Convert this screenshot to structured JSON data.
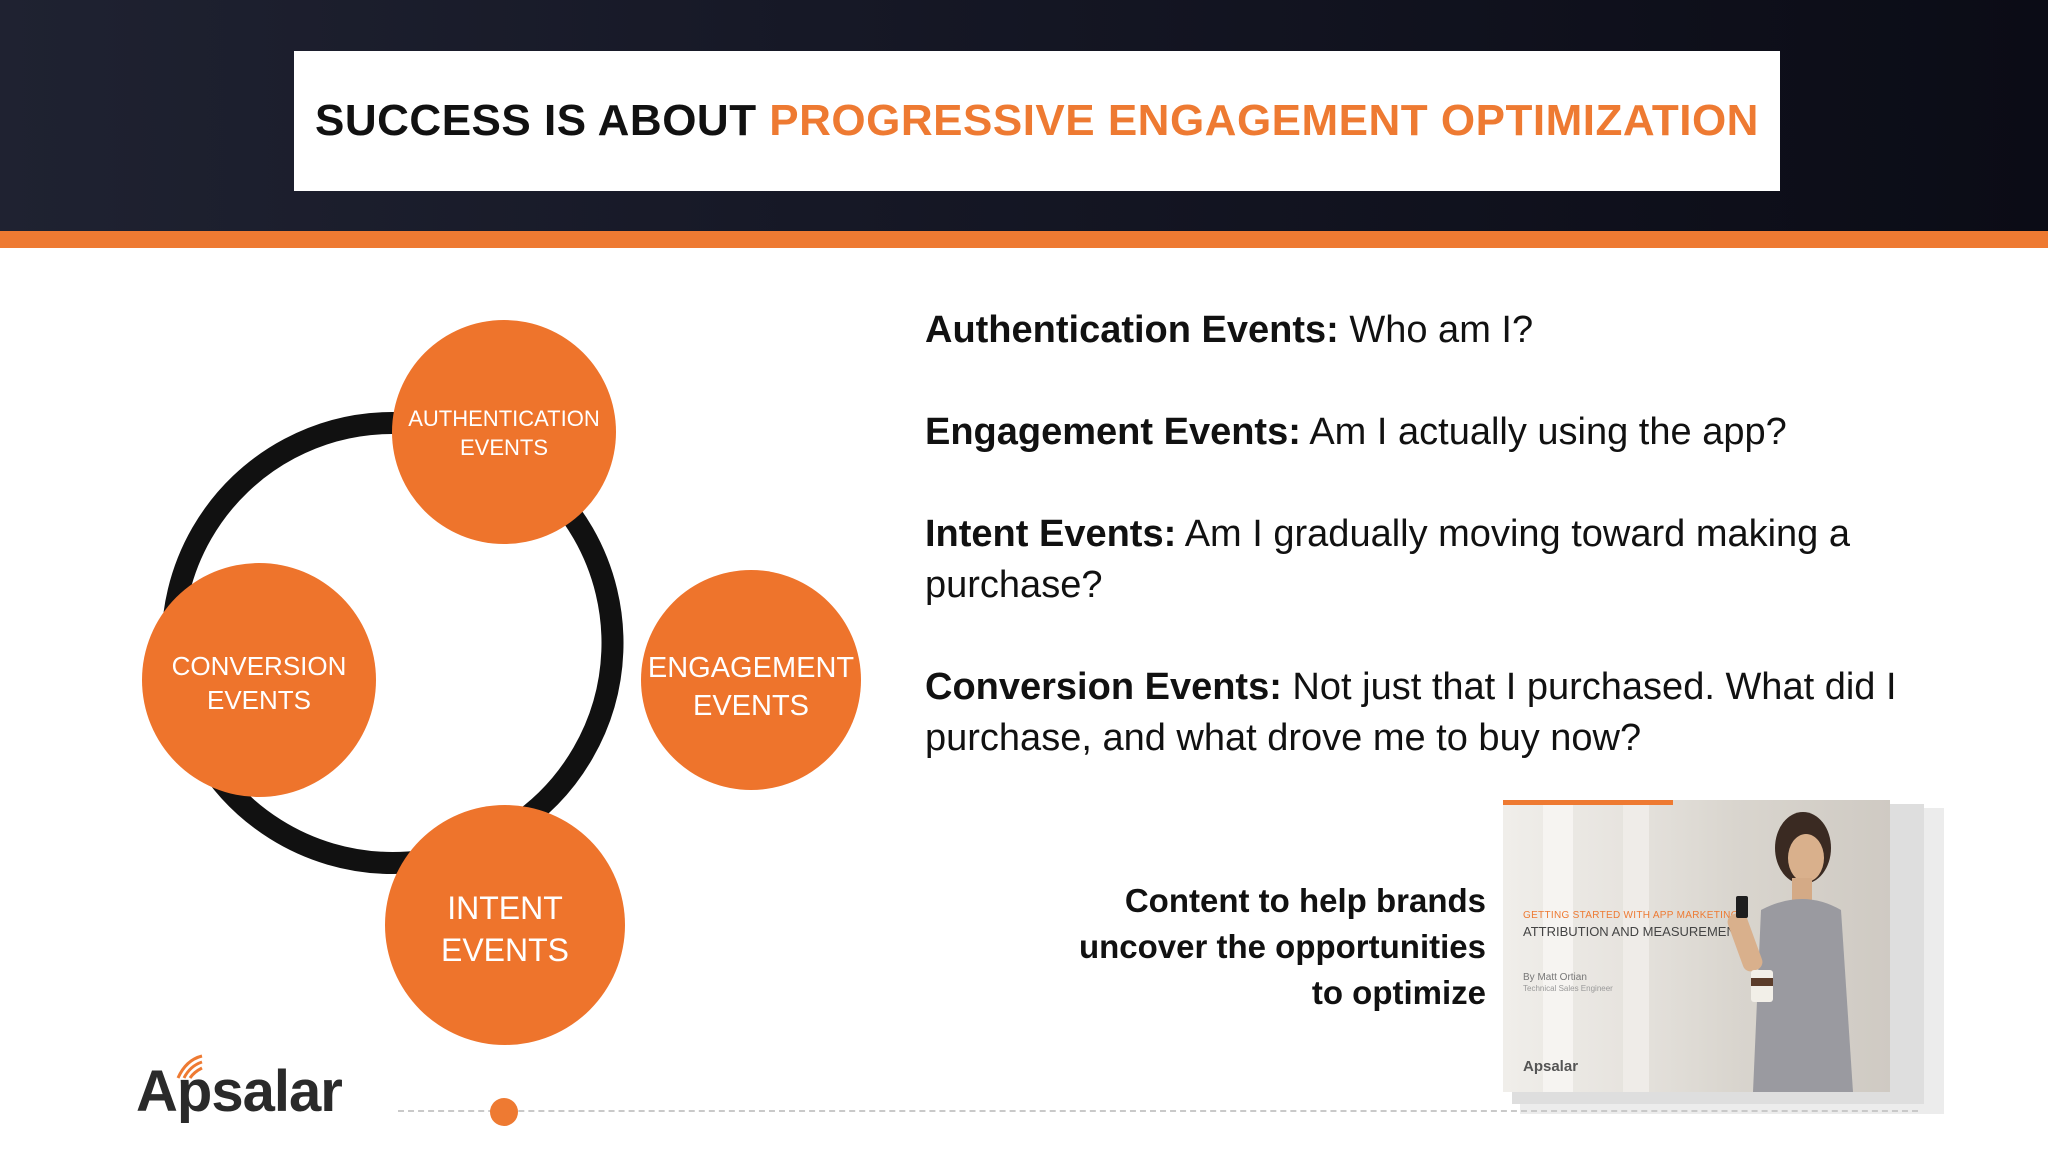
{
  "slide": {
    "title_prefix": "SUCCESS IS ABOUT ",
    "title_highlight": "PROGRESSIVE ENGAGEMENT OPTIMIZATION"
  },
  "cycle": {
    "authentication": [
      "AUTHENTICATION",
      "EVENTS"
    ],
    "engagement": [
      "ENGAGEMENT",
      "EVENTS"
    ],
    "intent": [
      "INTENT",
      "EVENTS"
    ],
    "conversion": [
      "CONVERSION",
      "EVENTS"
    ]
  },
  "bullets": [
    {
      "term": "Authentication Events:",
      "text": " Who am I?"
    },
    {
      "term": "Engagement Events:",
      "text": " Am I actually using the app?"
    },
    {
      "term": "Intent Events:",
      "text": " Am I gradually moving toward making a purchase?"
    },
    {
      "term": "Conversion Events:",
      "text": " Not just that I purchased. What did I purchase, and what drove me to buy now?"
    }
  ],
  "promo": {
    "line1": "Content to help brands",
    "line2": "uncover the opportunities",
    "line3": "to optimize"
  },
  "book": {
    "kicker": "GETTING STARTED WITH APP MARKETING",
    "title": "ATTRIBUTION AND MEASUREMENT",
    "author": "By Matt Ortian",
    "role": "Technical Sales Engineer",
    "brand": "Apsalar"
  },
  "logo": {
    "text": "Apsalar"
  },
  "colors": {
    "accent": "#ee7a32",
    "header_dark": "#111320",
    "text": "#111111"
  }
}
